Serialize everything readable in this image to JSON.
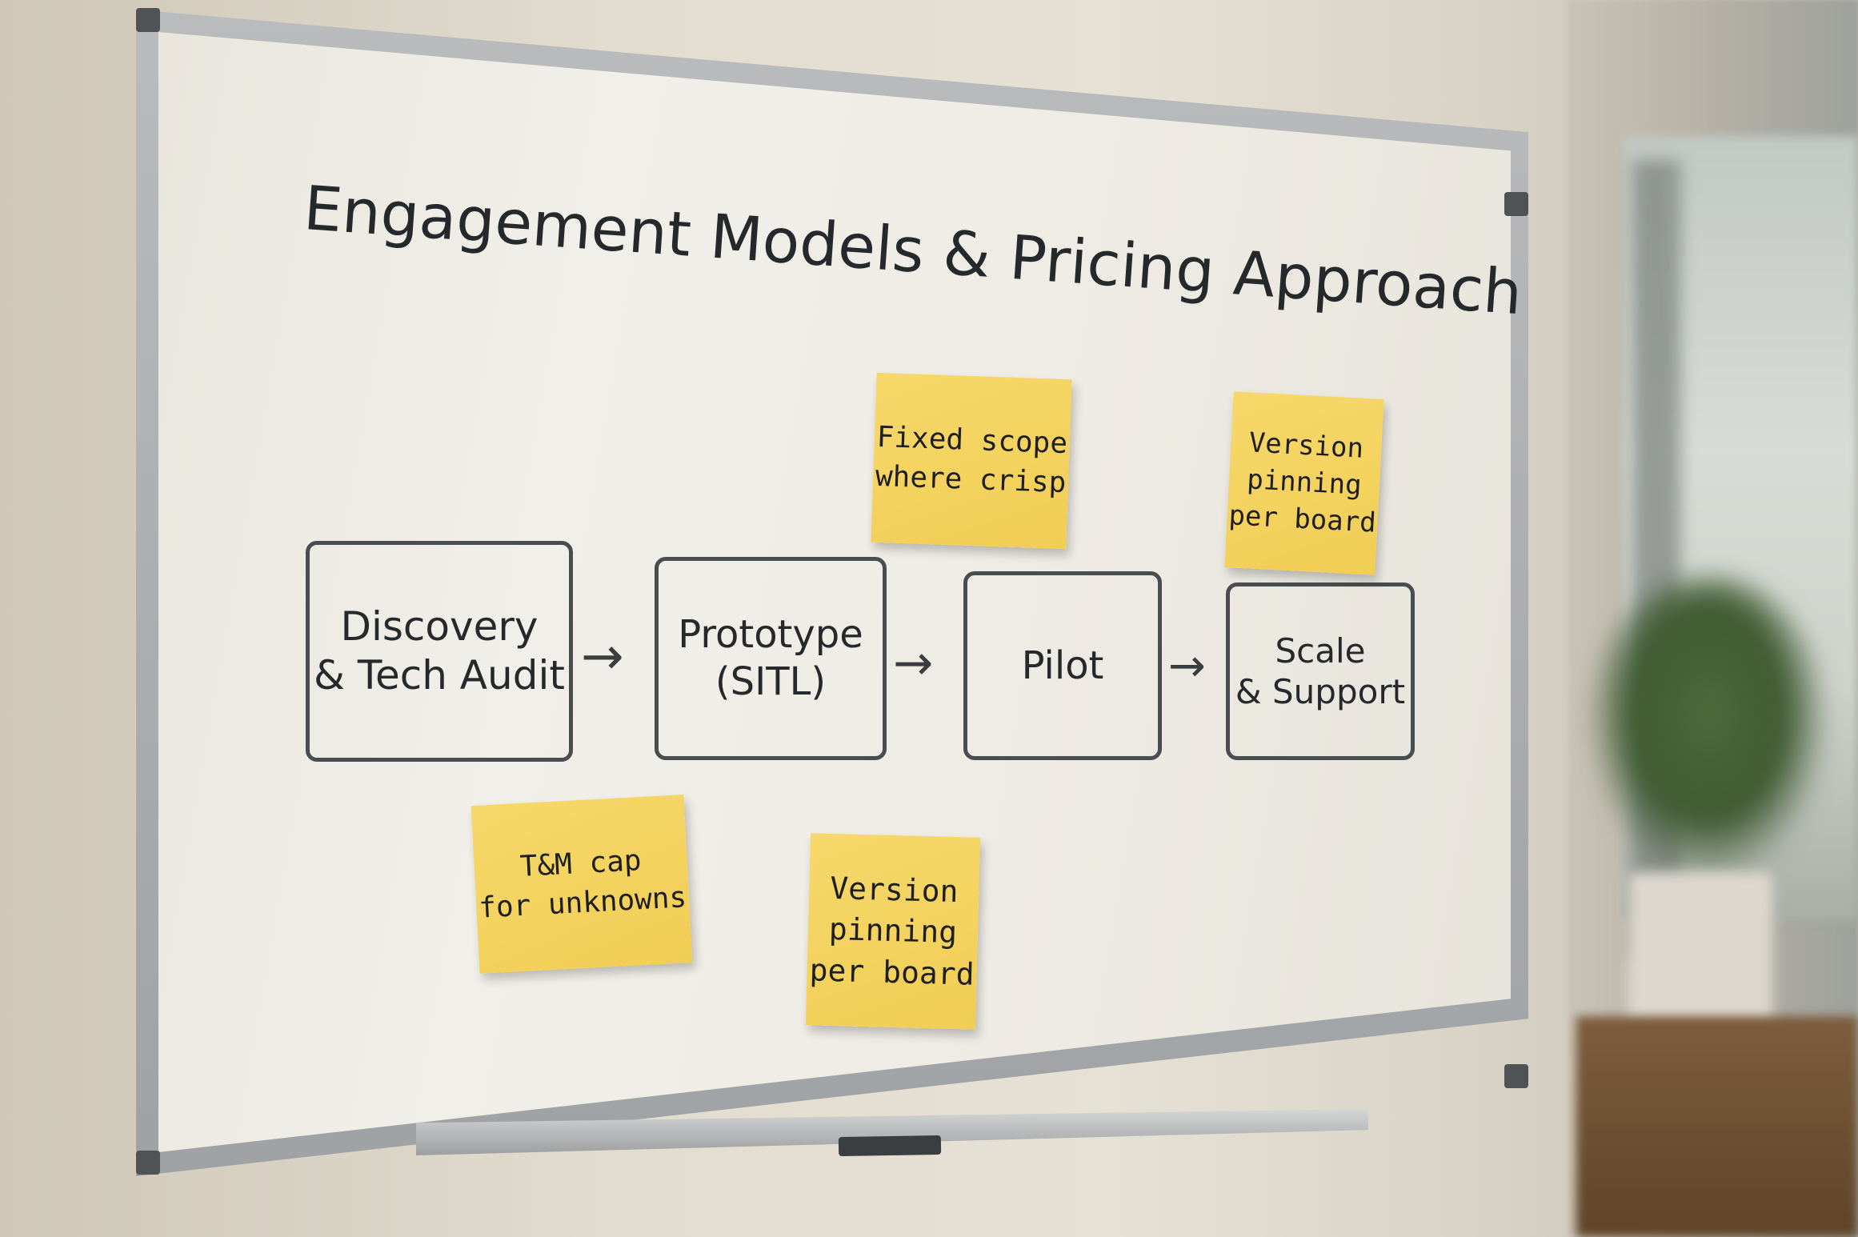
{
  "board": {
    "title": "Engagement Models & Pricing Approach"
  },
  "steps": [
    {
      "label": "Discovery\n& Tech Audit"
    },
    {
      "label": "Prototype\n(SITL)"
    },
    {
      "label": "Pilot"
    },
    {
      "label": "Scale\n& Support"
    }
  ],
  "arrows": [
    "→",
    "→",
    "→"
  ],
  "notes": [
    {
      "text": "Fixed scope\nwhere crisp"
    },
    {
      "text": "Version\npinning\nper board"
    },
    {
      "text": "T&M cap\nfor unknowns"
    },
    {
      "text": "Version\npinning\nper board"
    }
  ],
  "colors": {
    "sticky_note": "#f4d35e",
    "marker_ink": "#25292c",
    "board_surface": "#efece5"
  }
}
